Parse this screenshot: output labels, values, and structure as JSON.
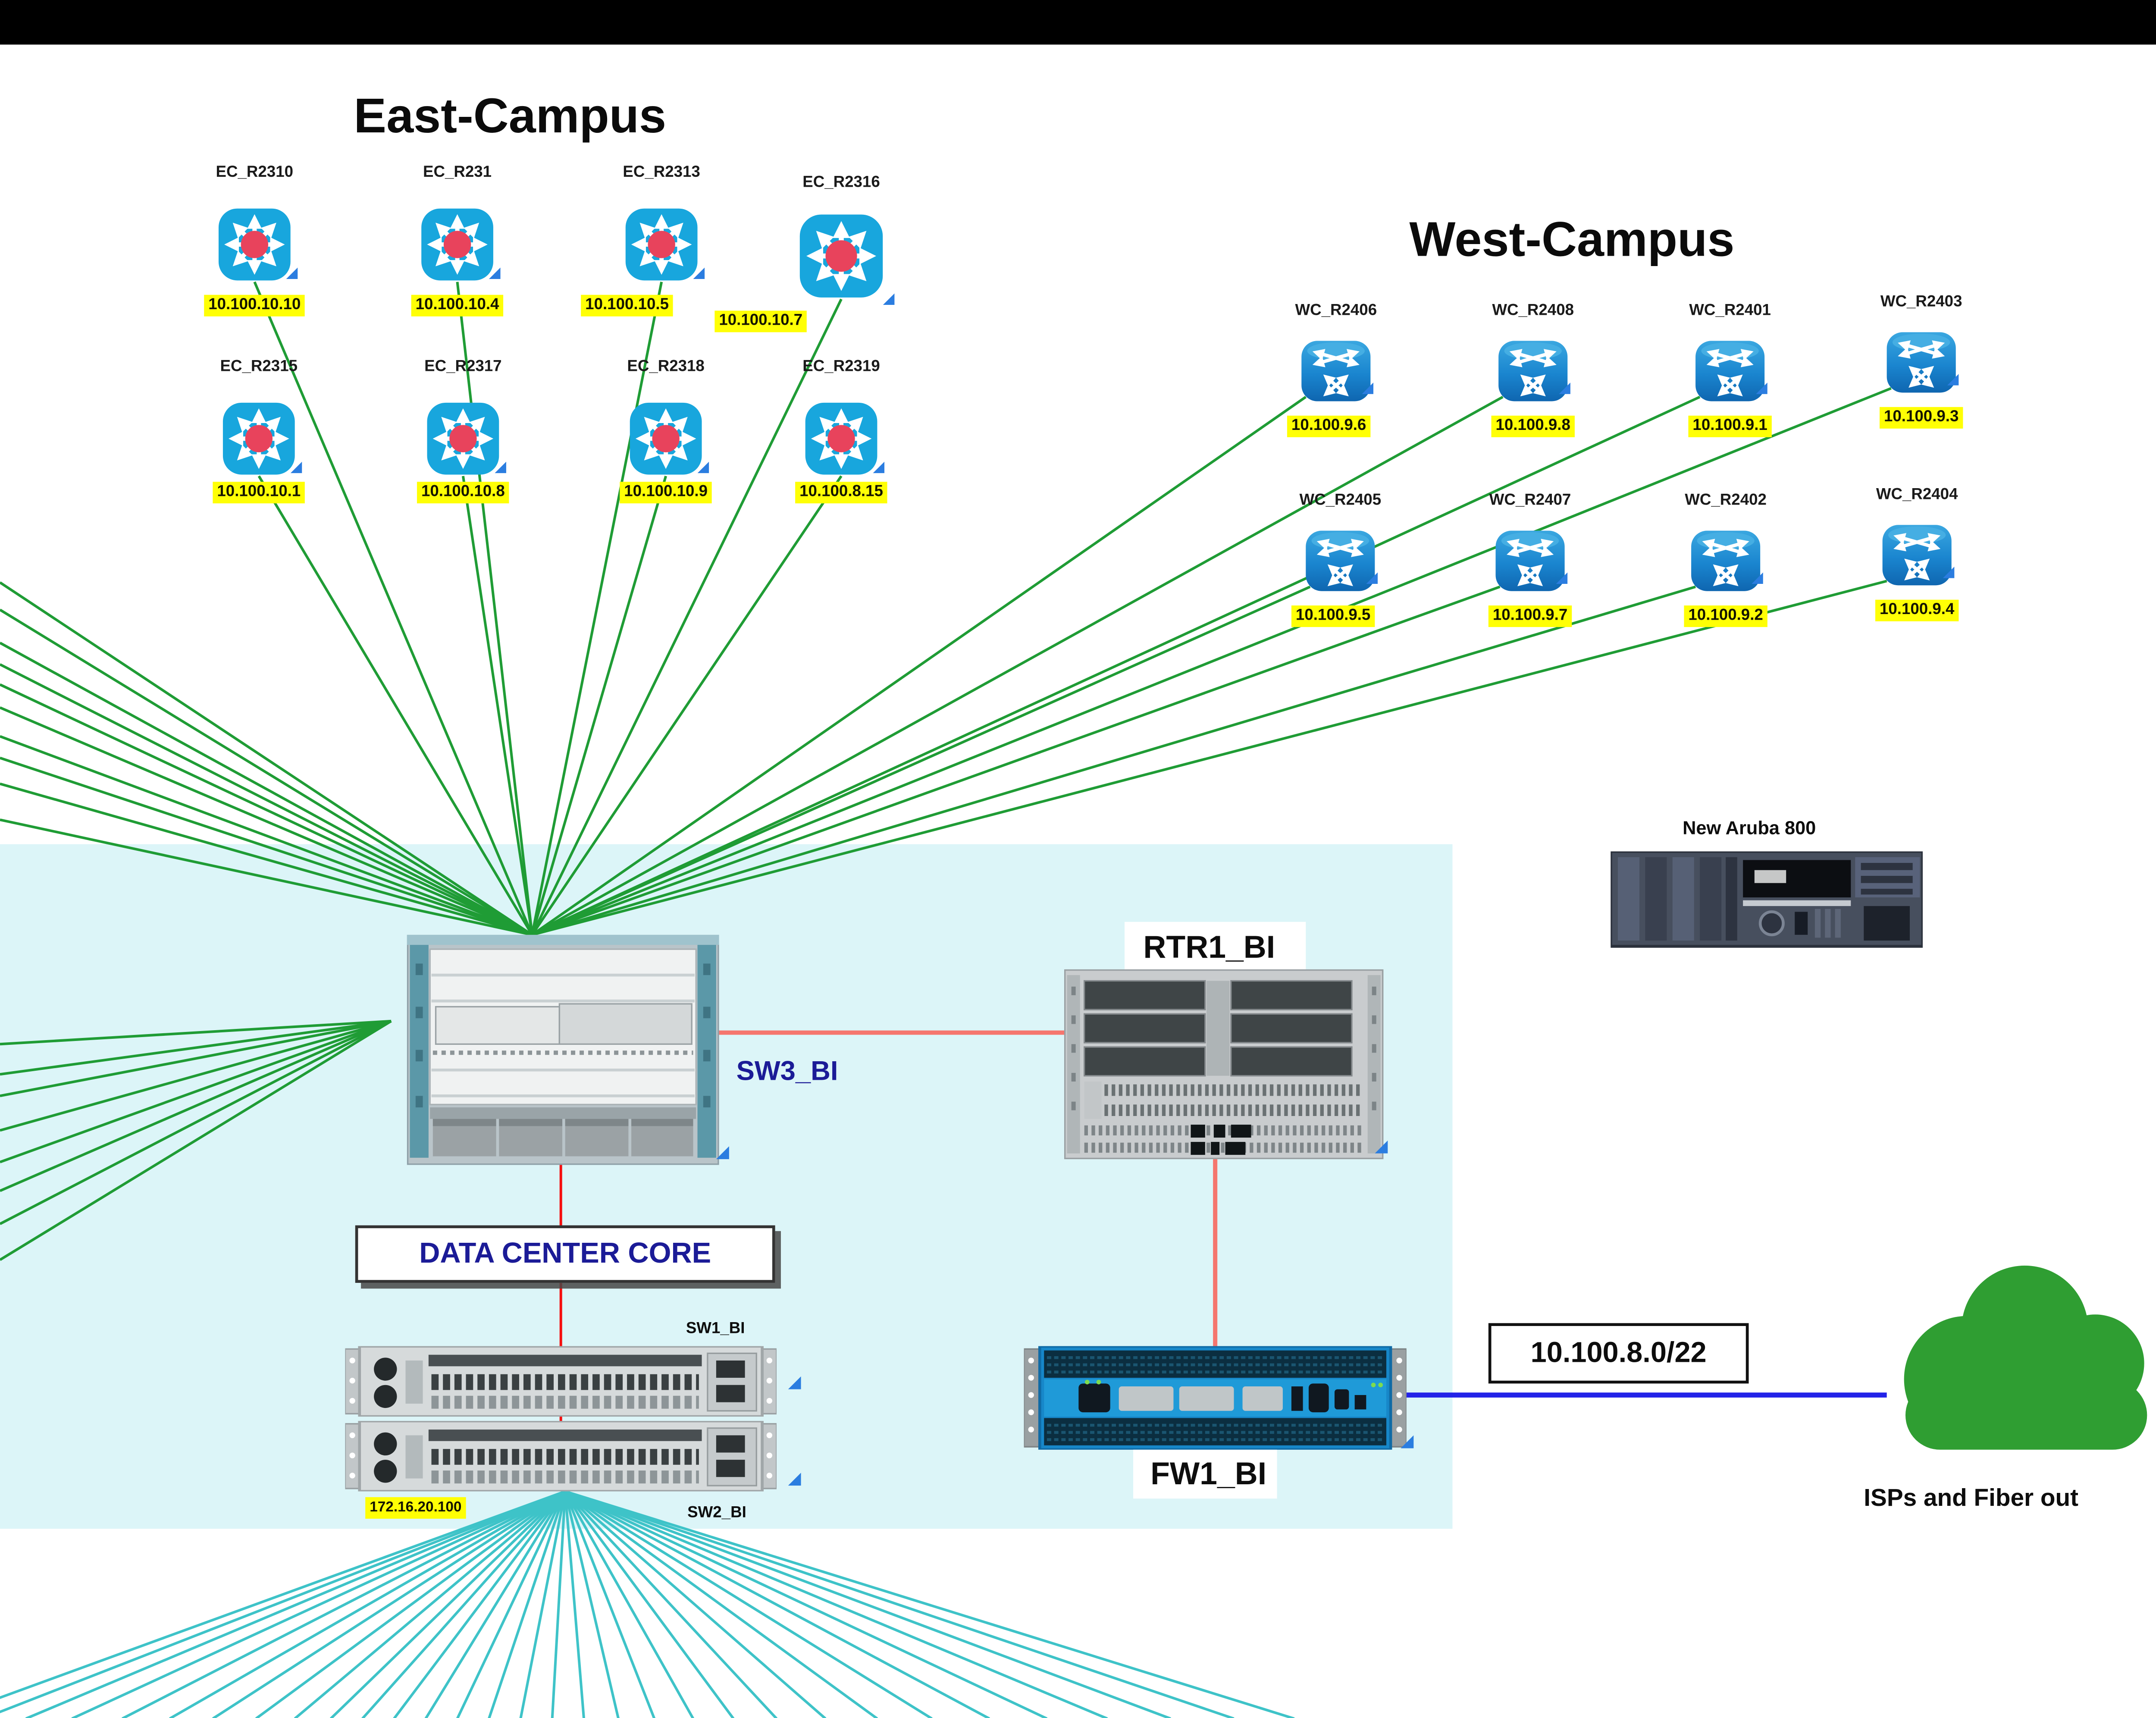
{
  "east_campus": {
    "title": "East-Campus",
    "routers": [
      {
        "name": "EC_R2310",
        "ip": "10.100.10.10"
      },
      {
        "name": "EC_R231",
        "ip": "10.100.10.4"
      },
      {
        "name": "EC_R2313",
        "ip": "10.100.10.5"
      },
      {
        "name": "EC_R2316",
        "ip": "10.100.10.7"
      },
      {
        "name": "EC_R2315",
        "ip": "10.100.10.1"
      },
      {
        "name": "EC_R2317",
        "ip": "10.100.10.8"
      },
      {
        "name": "EC_R2318",
        "ip": "10.100.10.9"
      },
      {
        "name": "EC_R2319",
        "ip": "10.100.8.15"
      }
    ]
  },
  "west_campus": {
    "title": "West-Campus",
    "routers": [
      {
        "name": "WC_R2406",
        "ip": "10.100.9.6"
      },
      {
        "name": "WC_R2408",
        "ip": "10.100.9.8"
      },
      {
        "name": "WC_R2401",
        "ip": "10.100.9.1"
      },
      {
        "name": "WC_R2403",
        "ip": "10.100.9.3"
      },
      {
        "name": "WC_R2405",
        "ip": "10.100.9.5"
      },
      {
        "name": "WC_R2407",
        "ip": "10.100.9.7"
      },
      {
        "name": "WC_R2402",
        "ip": "10.100.9.2"
      },
      {
        "name": "WC_R2404",
        "ip": "10.100.9.4"
      }
    ]
  },
  "datacenter": {
    "zone_label": "DATA CENTER CORE",
    "core_switch": "SW3_BI",
    "router": "RTR1_BI",
    "switch1": "SW1_BI",
    "switch2": "SW2_BI",
    "stack_ip": "172.16.20.100",
    "firewall": "FW1_BI"
  },
  "aruba": {
    "label": "New Aruba 800"
  },
  "wan": {
    "subnet": "10.100.8.0/22",
    "cloud_label": "ISPs and Fiber out"
  },
  "colors": {
    "campus_link": "#1f9c35",
    "access_link": "#3ec3c8",
    "core_link": "#f50f0f",
    "dc_link": "#f5766e",
    "wan_link": "#2323e8",
    "highlight": "#ffff05",
    "zone_bg": "#dcf5f8",
    "cloud": "#2f9e32"
  }
}
